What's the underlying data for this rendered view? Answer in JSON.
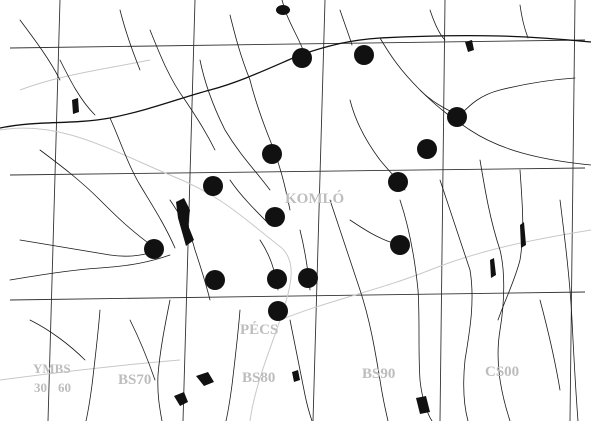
{
  "map": {
    "title": "",
    "towns": [
      {
        "name": "KOMLÓ"
      },
      {
        "name": "PÉCS"
      }
    ],
    "grid_labels": {
      "left_top": "YMBS",
      "left_num_1": "30",
      "left_num_2": "60",
      "cols": [
        "BS70",
        "BS80",
        "BS90",
        "CS00"
      ]
    },
    "occurrence_dots_count": 15,
    "colors": {
      "dot": "#111111",
      "river": "#1a1a1a",
      "label": "#bdbdbd",
      "road": "#c8c8c8"
    }
  }
}
